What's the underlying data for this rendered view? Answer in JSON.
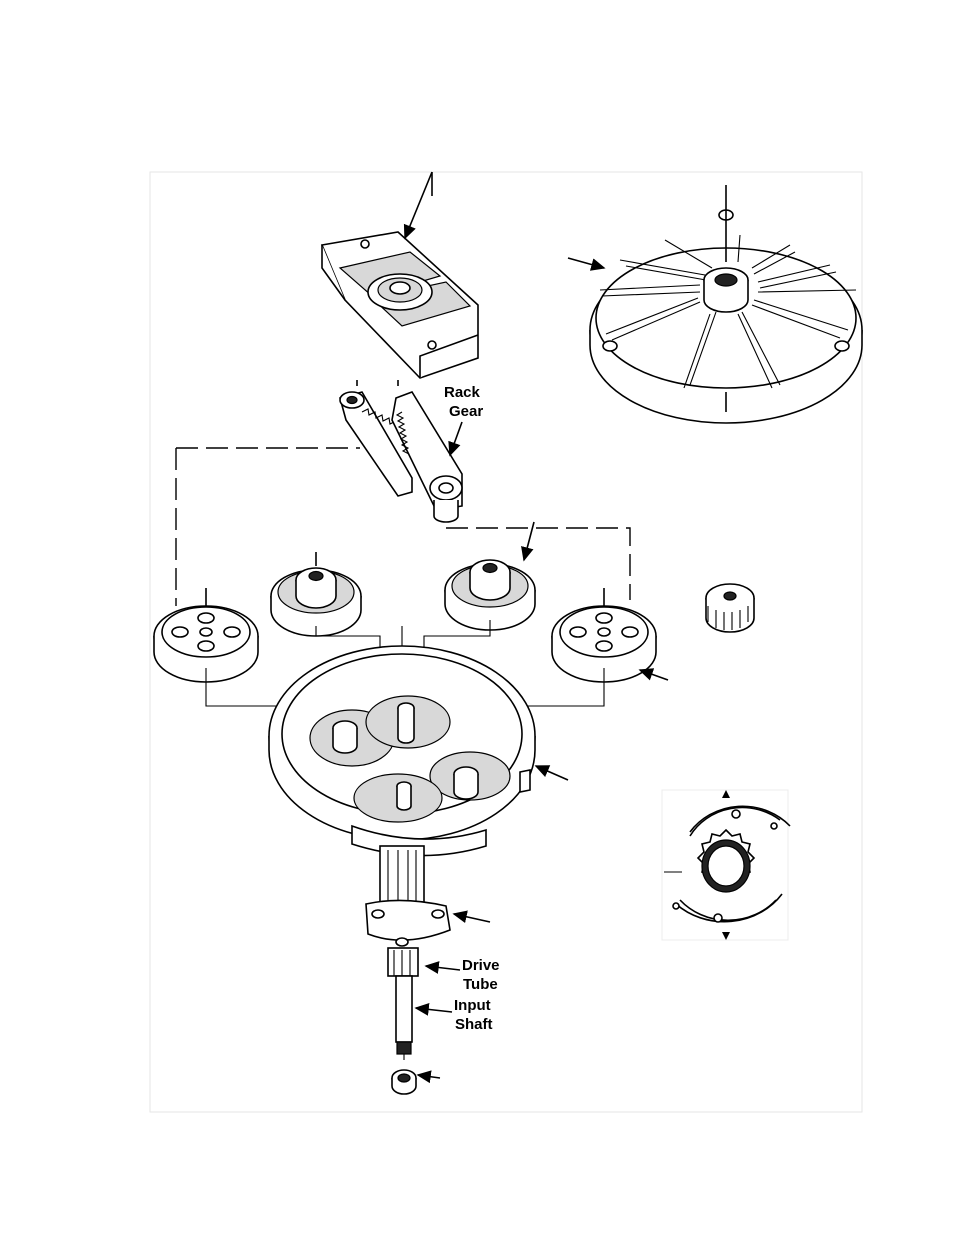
{
  "labels": {
    "rack_gear": [
      "Rack",
      "Gear"
    ],
    "drive_tube": [
      "Drive",
      "Tube"
    ],
    "input_shaft": [
      "Input",
      "Shaft"
    ]
  },
  "icons": [
    "cam-bracket",
    "cover-plate",
    "rack-gear",
    "pinion-gear",
    "spur-gear",
    "transmission-housing",
    "clutch-spring",
    "seal-ring"
  ]
}
